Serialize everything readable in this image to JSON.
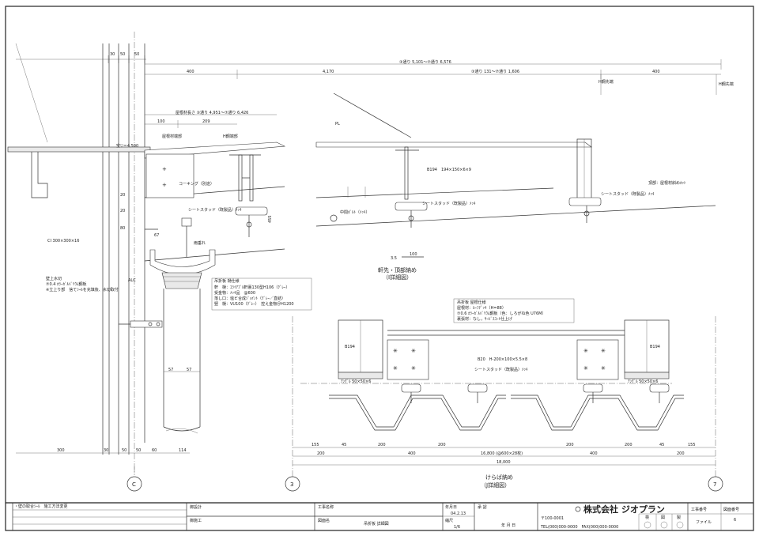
{
  "dims": {
    "top_30": "30",
    "top_50a": "50",
    "top_50b": "50",
    "span_total": "③通り 5,101～⑦通り 6,576",
    "span_mid": "③通り 131～⑦通り 1,606",
    "d400_left": "400",
    "d4170": "4,170",
    "d400_right": "400",
    "roof_len": "屋根材長さ ③通り 4,951～⑦通り 6,426",
    "d100": "100",
    "d209": "209",
    "d20a": "20",
    "d20b": "20",
    "d80": "80",
    "d67": "67",
    "d455": "455",
    "d57a": "57",
    "d57b": "57",
    "bl_300": "300",
    "bl_30": "30",
    "bl_50": "50",
    "bl_50b": "50",
    "bl_60": "60",
    "bl_114": "114",
    "scale_35": "3.5",
    "scale_100": "100",
    "j155a": "155",
    "j45a": "45",
    "j200a": "200",
    "j200b": "200",
    "j400a": "400",
    "j16800": "16,800 (@600×28枚)",
    "j400b": "400",
    "j200c": "200",
    "j200d": "200",
    "j45b": "45",
    "j155b": "155",
    "j18000": "18,000"
  },
  "labels": {
    "h_beam_end_l": "H鋼先端",
    "h_beam_end_r": "H鋼先端",
    "roof_edge_l": "屋根材端部",
    "roof_edge_r": "H鋼端部",
    "sky_level": "空▽＝4,500",
    "pl": "PL",
    "sealing": "コーキング（別途）",
    "sheet_stud_1": "シートスタッド（既製品）ﾒｯｷ",
    "sheet_stud_2": "シートスタッド（既製品）ﾒｯｷ",
    "sheet_stud_3": "シートスタッド（既製品）ﾒｯｷ",
    "sheet_stud_4": "シートスタッド（既製品）ﾒｯｷ",
    "b194_1": "B194　194×150×6×9",
    "b194_2": "B194",
    "b194_3": "B194",
    "bolt_mid": "中間ﾎﾞﾙﾄ（ﾒｯｷ）",
    "top_cut": "頂部：屋根材斜めｶｯﾄ",
    "water_drain": "雨垂れ",
    "ci": "CI 300×300×16",
    "alc": "ALC",
    "wall_head": "壁上水切",
    "wall_spec": "⑦0.4 ｶﾗｰｶﾞﾙﾊﾞﾘｳﾑ鋼板",
    "wall_note": "※立上り部　捨てｼｰﾙを充填後、水切取付",
    "gutter_title": "吊折板 樋仕様",
    "gutter_1": "軒　樋：ｴﾗｲｱﾌﾞﾙ軒裏130型H106（ｸﾞﾚｰ）",
    "gutter_2": "受金物：ﾒｯｷ品　@600",
    "gutter_3": "落し口：塩ビ合成ｼﾞｮｲﾝﾄ（ｸﾞﾚｰ／直結）",
    "gutter_4": "竪　樋：VU100（ｸﾞﾚｰ）　控え金物＠H1200",
    "eave_title": "軒先・頂部納め",
    "eave_sub": "（I詳細図）",
    "roof_title": "吊折板 屋根仕様",
    "roof_1": "屋根材：ﾙｰﾌﾃﾞｯｷ（H=88）",
    "roof_2": "⑦0.6 ｶﾗｰｶﾞﾙﾊﾞﾘｳﾑ鋼板（色：しろがね色 U76M）",
    "roof_3": "裏張材：なし，ｻｰﾋﾞｽｺｰﾄ仕上げ",
    "b20": "B20　H-200×100×5.5×8",
    "angle_l": "ｱﾝｸﾞﾙ 50×50×6",
    "angle_r": "ｱﾝｸﾞﾙ 50×50×6",
    "verge_title": "けらば納め",
    "verge_sub": "（J詳細図）",
    "grid_c": "C",
    "grid_3": "3",
    "grid_7": "7"
  },
  "title_block": {
    "revision_1": "・壁の取合ｼｰﾙ　施工方法変更",
    "design": "御設計",
    "construction": "御施工",
    "project_name_label": "工事名称",
    "drawing_name_label": "図面名",
    "drawing_name": "吊折板 詳細図",
    "date_label": "年月日",
    "date": "04.2.13",
    "scale_label": "縮尺",
    "scale": "1/6",
    "approval": "承 認",
    "approval_date": "年 月 日",
    "company": "株式会社 ジオプラン",
    "company_addr": "〒100-0001",
    "company_tel": "TEL(000)000-0000　FAX(000)000-0000",
    "check_1": "検",
    "check_2": "図",
    "check_3": "製",
    "construction_no_label": "工事番号",
    "drawing_no_label": "図面番号",
    "file_label": "ファイル",
    "drawing_no": "6"
  }
}
